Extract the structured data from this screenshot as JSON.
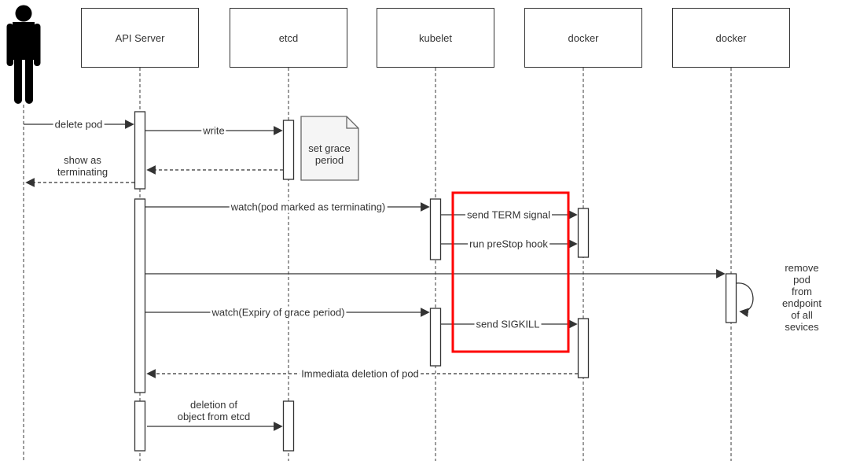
{
  "colors": {
    "highlight": "#ff0000",
    "stroke": "#333333",
    "lifeline": "#666666",
    "note-fill": "#f5f5f5",
    "background": "#ffffff"
  },
  "diagram": {
    "type": "uml-sequence",
    "participants": [
      {
        "label": "API Server"
      },
      {
        "label": "etcd"
      },
      {
        "label": "kubelet"
      },
      {
        "label": "docker"
      },
      {
        "label": "docker"
      }
    ],
    "note": {
      "text": "set grace\nperiod"
    },
    "messages": [
      {
        "id": "delete-pod",
        "label": "delete pod",
        "from": "user",
        "to": "API Server",
        "style": "solid"
      },
      {
        "id": "write",
        "label": "write",
        "from": "API Server",
        "to": "etcd",
        "style": "solid"
      },
      {
        "id": "etcd-ack",
        "label": "",
        "from": "etcd",
        "to": "API Server",
        "style": "dashed"
      },
      {
        "id": "show-as-terminating",
        "label": "show as\nterminating",
        "from": "API Server",
        "to": "user",
        "style": "dashed"
      },
      {
        "id": "watch-terminating",
        "label": "watch(pod marked as terminating)",
        "from": "API Server",
        "to": "kubelet",
        "style": "solid"
      },
      {
        "id": "send-term",
        "label": "send TERM signal",
        "from": "kubelet",
        "to": "docker",
        "style": "solid"
      },
      {
        "id": "run-prestop",
        "label": "run preStop hook",
        "from": "kubelet",
        "to": "docker",
        "style": "solid"
      },
      {
        "id": "remove-endpoint",
        "label": "remove pod\nfrom endpoint\nof all sevices",
        "from": "API Server",
        "to": "docker-2",
        "style": "solid"
      },
      {
        "id": "watch-expiry",
        "label": "watch(Expiry of grace period)",
        "from": "API Server",
        "to": "kubelet",
        "style": "solid"
      },
      {
        "id": "send-sigkill",
        "label": "send SIGKILL",
        "from": "kubelet",
        "to": "docker",
        "style": "solid"
      },
      {
        "id": "immediate-deletion",
        "label": "Immediata deletion of pod",
        "from": "docker",
        "to": "API Server",
        "style": "dashed"
      },
      {
        "id": "deletion-from-etcd",
        "label": "deletion of\nobject from etcd",
        "from": "API Server",
        "to": "etcd",
        "style": "solid"
      }
    ]
  }
}
